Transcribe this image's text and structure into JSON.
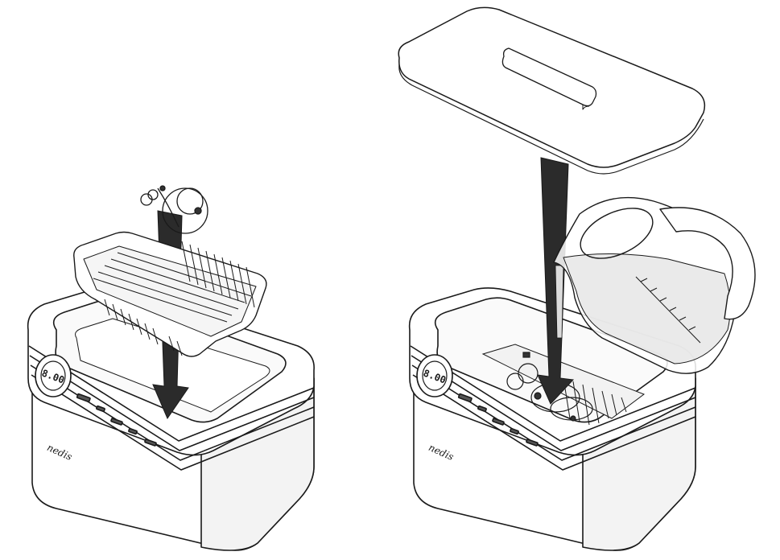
{
  "figure": {
    "panels": [
      {
        "id": "insert-basket",
        "display_value": "8.00",
        "brand": "nedis"
      },
      {
        "id": "fill-water",
        "display_value": "8.00",
        "brand": "nedis"
      }
    ]
  },
  "colors": {
    "outline": "#1a1a1a",
    "arrow": "#2b2b2b",
    "fill_white": "#ffffff",
    "light_shade": "#f0f0f0",
    "mid_shade": "#d9d9d9",
    "water": "#e6e6e6"
  }
}
